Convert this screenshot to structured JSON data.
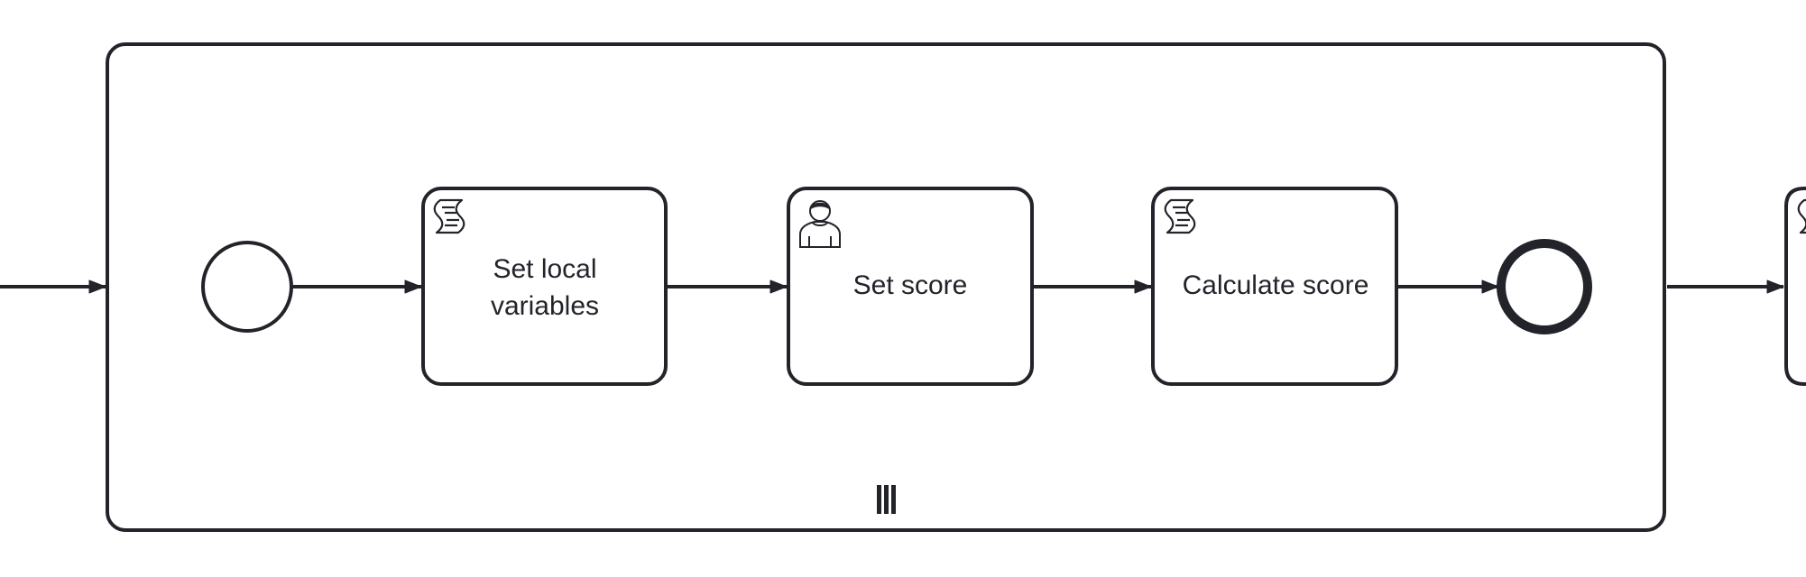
{
  "diagram": {
    "type": "bpmn-subprocess",
    "subprocess": {
      "marker": "parallel-multi-instance-icon"
    },
    "start_event": {
      "kind": "start-event"
    },
    "tasks": [
      {
        "id": "task-set-local-variables",
        "kind": "script-task",
        "icon": "script-icon",
        "label_lines": [
          "Set local",
          "variables"
        ]
      },
      {
        "id": "task-set-score",
        "kind": "user-task",
        "icon": "user-icon",
        "label_lines": [
          "Set score"
        ]
      },
      {
        "id": "task-calculate-score",
        "kind": "script-task",
        "icon": "script-icon",
        "label_lines": [
          "Calculate score"
        ]
      }
    ],
    "end_event": {
      "kind": "end-event"
    },
    "next_element": {
      "kind": "script-task",
      "icon": "script-icon",
      "partially_visible": true
    },
    "colors": {
      "stroke": "#22242a",
      "fill": "#ffffff"
    }
  }
}
